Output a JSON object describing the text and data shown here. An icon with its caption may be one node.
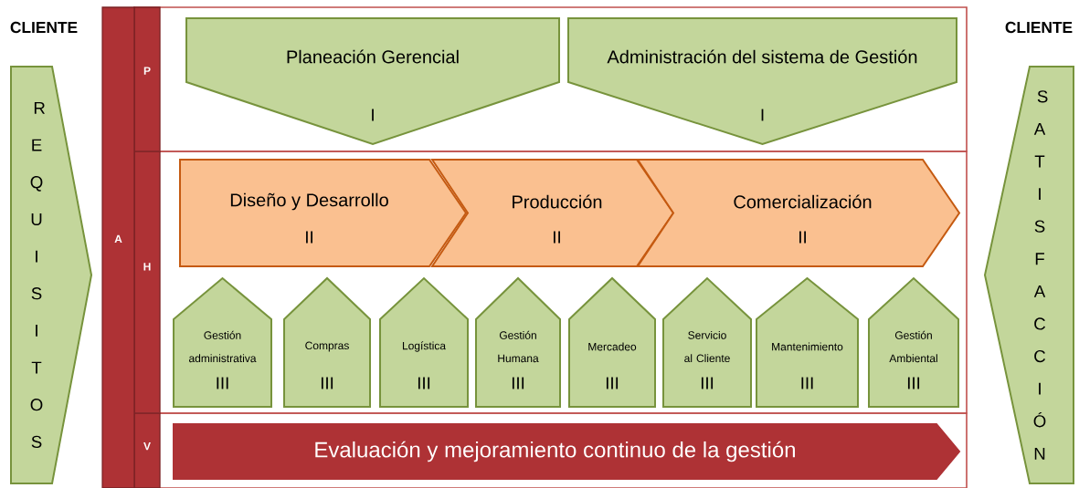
{
  "diagram": {
    "nodes": [
      {
        "text": [
          "CLIENTE",
          "REQUISITOS"
        ]
      },
      {
        "text": [
          "A"
        ]
      },
      {
        "text": [
          "P"
        ]
      },
      {
        "text": [
          "Planeación Gerencial",
          "I"
        ],
        "in": 2
      },
      {
        "text": [
          "Administración del sistema de Gestión",
          "I"
        ],
        "in": 2
      },
      {
        "text": [
          "H"
        ]
      },
      {
        "text": [
          "Diseño y Desarrollo",
          "II"
        ],
        "in": 5
      },
      {
        "text": [
          "Producción",
          "II"
        ],
        "in": 5
      },
      {
        "text": [
          "Comercialización",
          "II"
        ],
        "in": 5
      },
      {
        "text": [
          "Gestión administrativa",
          "III"
        ],
        "in": 5
      },
      {
        "text": [
          "Compras",
          "III"
        ],
        "in": 5
      },
      {
        "text": [
          "Logística",
          "III"
        ],
        "in": 5
      },
      {
        "text": [
          "Gestión Humana",
          "III"
        ],
        "in": 5
      },
      {
        "text": [
          "Mercadeo",
          "III"
        ],
        "in": 5
      },
      {
        "text": [
          "Servicio al Cliente",
          "III"
        ],
        "in": 5
      },
      {
        "text": [
          "Mantenimiento",
          "III"
        ],
        "in": 5
      },
      {
        "text": [
          "Gestión Ambiental",
          "III"
        ],
        "in": 5
      },
      {
        "text": [
          "V"
        ]
      },
      {
        "text": [
          "Evaluación y mejoramiento continuo de la gestión"
        ],
        "in": 17
      },
      {
        "text": [
          "CLIENTE",
          "SATISFACCIÓN"
        ]
      }
    ]
  }
}
